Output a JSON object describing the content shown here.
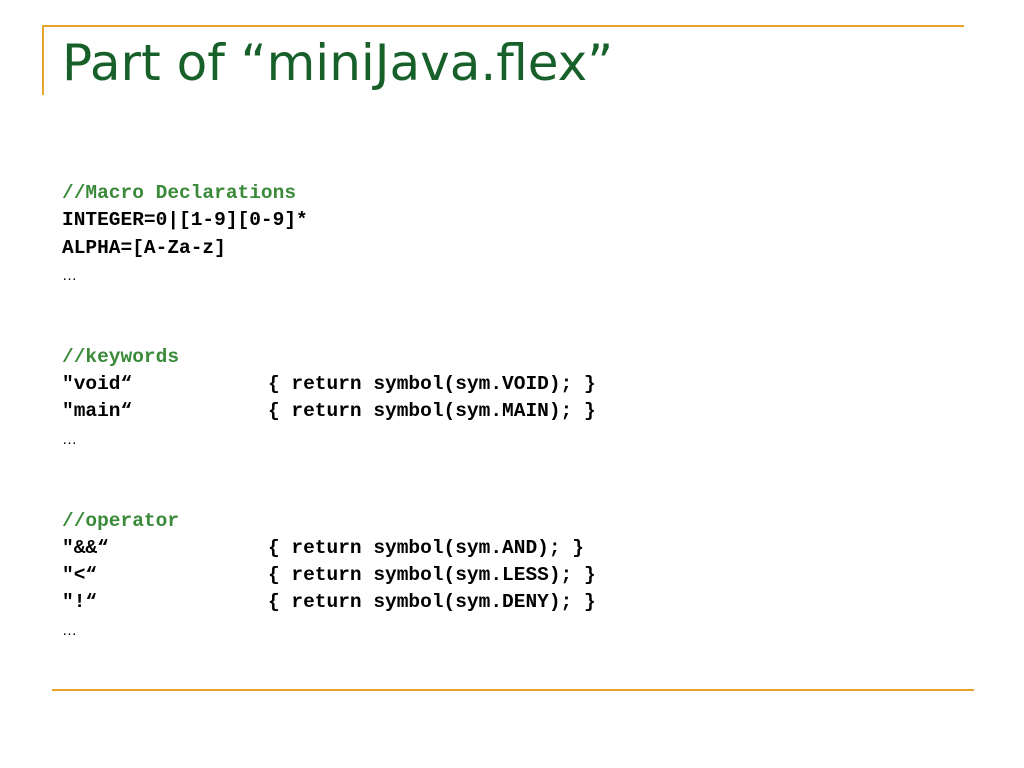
{
  "slide": {
    "title": "Part of “miniJava.flex”",
    "accent_color": "#e6a42a",
    "title_color": "#17602a",
    "comment_color": "#3a8a3a"
  },
  "code": {
    "macros": {
      "comment": "//Macro Declarations",
      "lines": [
        "INTEGER=0|[1-9][0-9]*",
        "ALPHA=[A-Za-z]"
      ],
      "ellipsis": "…"
    },
    "keywords": {
      "comment": "//keywords",
      "rules": [
        {
          "pattern": "\"void“",
          "action": "{ return symbol(sym.VOID); }"
        },
        {
          "pattern": "\"main“",
          "action": "{ return symbol(sym.MAIN); }"
        }
      ],
      "ellipsis": "…"
    },
    "operators": {
      "comment": "//operator",
      "rules": [
        {
          "pattern": "\"&&“",
          "action": "{ return symbol(sym.AND); }"
        },
        {
          "pattern": "\"<“",
          "action": "{ return symbol(sym.LESS); }"
        },
        {
          "pattern": "\"!“",
          "action": "{ return symbol(sym.DENY); }"
        }
      ],
      "ellipsis": "…"
    }
  }
}
